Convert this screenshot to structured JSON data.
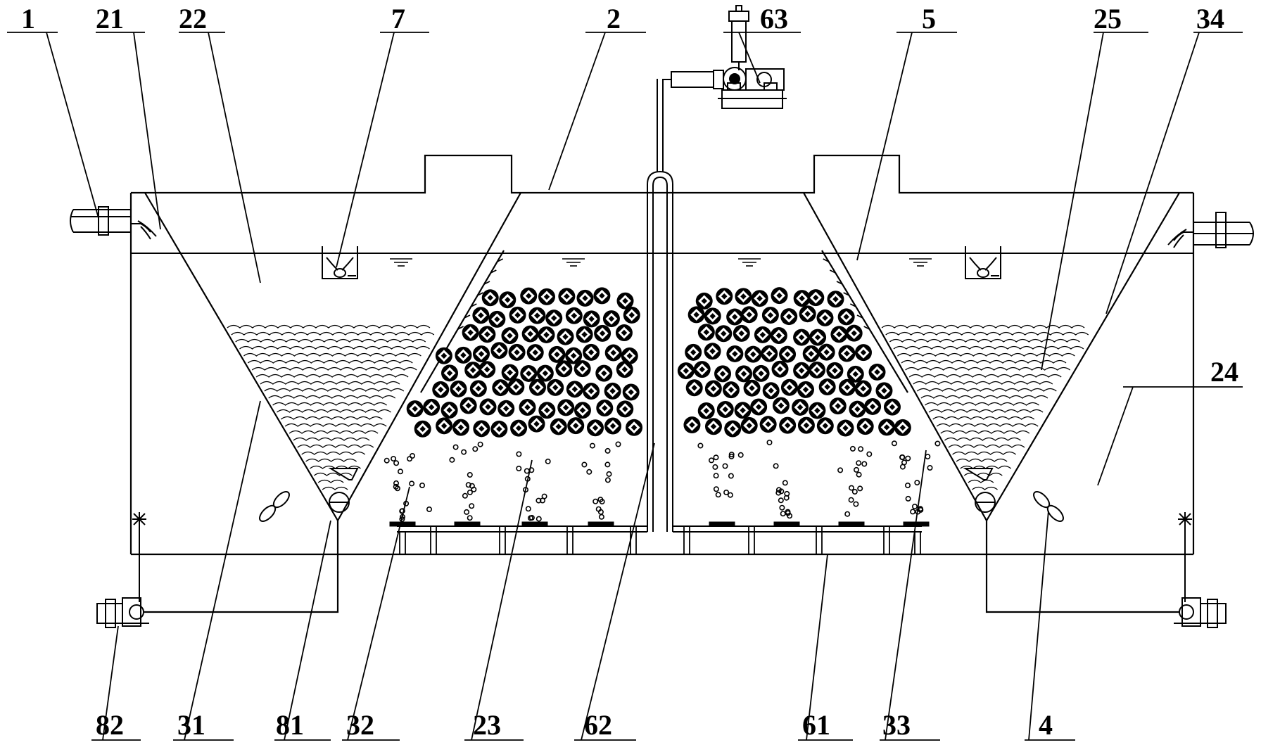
{
  "labels": {
    "l1": "1",
    "l21": "21",
    "l22": "22",
    "l7": "7",
    "l2": "2",
    "l63": "63",
    "l5": "5",
    "l25": "25",
    "l34": "34",
    "l24": "24",
    "l82": "82",
    "l31": "31",
    "l81": "81",
    "l32": "32",
    "l23": "23",
    "l62": "62",
    "l61": "61",
    "l33": "33",
    "l4": "4"
  },
  "colors": {
    "ink": "#000000",
    "paper": "#ffffff"
  }
}
